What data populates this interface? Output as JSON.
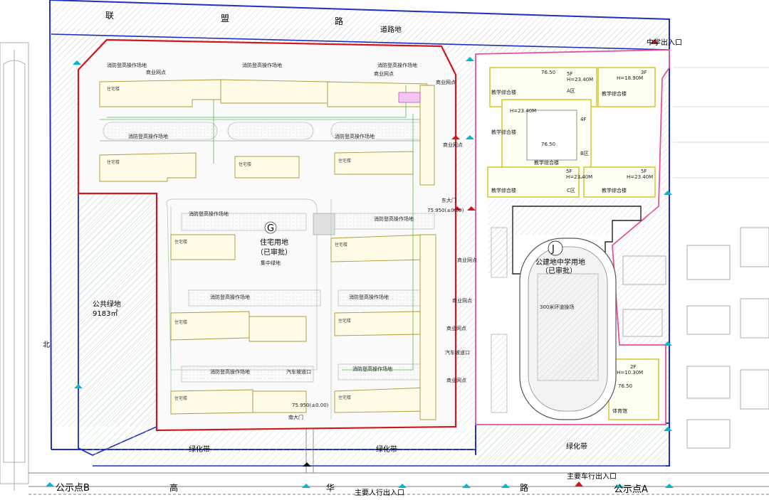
{
  "roads": {
    "north_chars": [
      "联",
      "盟",
      "路"
    ],
    "south_chars": [
      "高",
      "华",
      "路"
    ],
    "road_land": "道路地",
    "north_side": "北"
  },
  "entrances": {
    "north_east_car": "中学出入口",
    "south_car": "主要车行出入口",
    "south_pedestrian": "主要人行出入口",
    "east_car": "东大门",
    "south_gate": "南大门"
  },
  "announcement_points": {
    "a": "公示点A",
    "b": "公示点B"
  },
  "parcels": {
    "g": {
      "letter": "G",
      "name": "住宅用地",
      "status": "（已审批）",
      "plaza": "集中绿地"
    },
    "j": {
      "letter": "J",
      "name": "公建地中学用地",
      "status": "（已审批）"
    },
    "green": {
      "name": "公共绿地",
      "area": "9183㎡"
    }
  },
  "green_belts": [
    "绿化带",
    "绿化带",
    "绿化带"
  ],
  "school": {
    "track": "300米环道操场",
    "buildings": [
      "教学综合楼",
      "教学综合楼",
      "教学综合楼",
      "教学综合楼",
      "教学综合楼",
      "教学综合楼"
    ],
    "gym": "体育馆",
    "zones": [
      "A区",
      "B区",
      "C区"
    ],
    "floors": [
      "5F",
      "3F",
      "4F",
      "5F",
      "5F",
      "2F"
    ],
    "heights": [
      "H=23.40M",
      "H=18.90M",
      "H=23.40M",
      "H=23.40M",
      "H=23.40M",
      "H=10.30M"
    ],
    "elevation": "76.50"
  },
  "residential": {
    "tower_label": "住宅楼",
    "fire_area": "消防登高操作场地",
    "commercial": "商业网点",
    "elevation": "75.950(±0.00)",
    "ramp": "汽车坡道口"
  }
}
